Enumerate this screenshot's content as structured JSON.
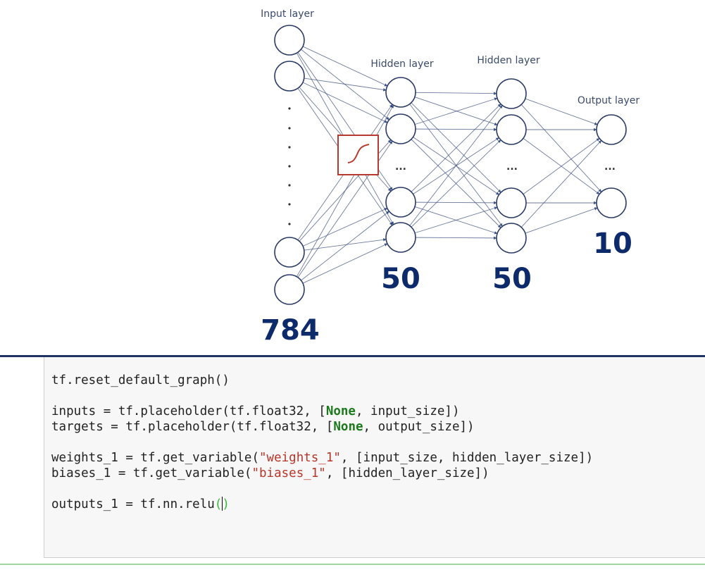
{
  "diagram": {
    "layers": [
      {
        "label": "Input layer",
        "count": "784"
      },
      {
        "label": "Hidden layer",
        "count": "50"
      },
      {
        "label": "Hidden layer",
        "count": "50"
      },
      {
        "label": "Output layer",
        "count": "10"
      }
    ],
    "ellipsis": "...",
    "activation_icon": "sigmoid-icon",
    "colors": {
      "node_stroke": "#2a3a66",
      "count_text": "#0d2a6b",
      "activation_box": "#b83a2e"
    }
  },
  "code_cell": {
    "lines": [
      [
        {
          "t": "tf.reset_default_graph()"
        }
      ],
      [
        {
          "t": ""
        }
      ],
      [
        {
          "t": "inputs = tf.placeholder(tf.float32, ["
        },
        {
          "t": "None",
          "c": "kw"
        },
        {
          "t": ", input_size])"
        }
      ],
      [
        {
          "t": "targets = tf.placeholder(tf.float32, ["
        },
        {
          "t": "None",
          "c": "kw"
        },
        {
          "t": ", output_size])"
        }
      ],
      [
        {
          "t": ""
        }
      ],
      [
        {
          "t": "weights_1 = tf.get_variable("
        },
        {
          "t": "\"weights_1\"",
          "c": "str"
        },
        {
          "t": ", [input_size, hidden_layer_size])"
        }
      ],
      [
        {
          "t": "biases_1 = tf.get_variable("
        },
        {
          "t": "\"biases_1\"",
          "c": "str"
        },
        {
          "t": ", [hidden_layer_size])"
        }
      ],
      [
        {
          "t": ""
        }
      ],
      [
        {
          "t": "outputs_1 = tf.nn.relu"
        },
        {
          "t": "(",
          "c": "paren-match"
        },
        {
          "t": "",
          "c": "caret"
        },
        {
          "t": ")",
          "c": "paren-match"
        }
      ]
    ]
  }
}
